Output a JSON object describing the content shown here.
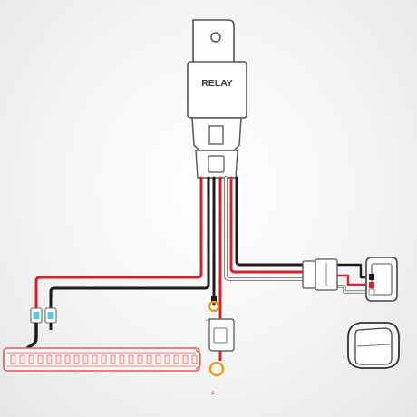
{
  "diagram": {
    "relay_label": "RELAY",
    "fuse_polarity_minus": "−",
    "fuse_polarity_plus": "+",
    "components": {
      "relay": "relay",
      "light_bar": "led-light-bar",
      "fuse_holder": "inline-fuse-holder",
      "switch": "rocker-switch",
      "spare_switch": "rocker-switch-unplugged"
    },
    "wire_colors": {
      "red": "#d0242a",
      "black": "#1c1c1c",
      "white": "#f2f2f2",
      "gray_outline": "#7a7a7a",
      "ring_terminal": "#e8a21a",
      "connector_blue": "#5fc7d8"
    }
  }
}
